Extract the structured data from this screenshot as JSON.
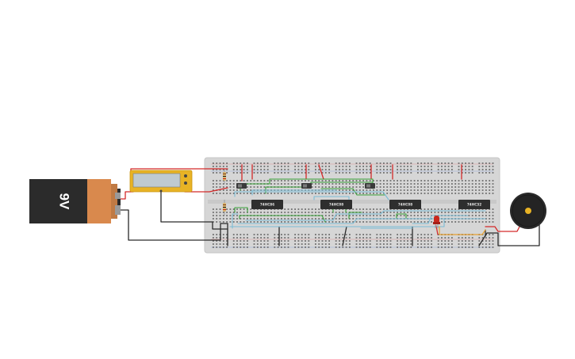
{
  "battery": {
    "label": "9V"
  },
  "multimeter": {
    "display_value": ""
  },
  "chips": [
    {
      "part": "74HC86"
    },
    {
      "part": "74HC08"
    },
    {
      "part": "74HC08"
    },
    {
      "part": "74HC32"
    }
  ],
  "colors": {
    "breadboard": "#d6d6d6",
    "battery_body": "#2b2b2b",
    "battery_cap": "#d9894d",
    "wire_red": "#d42a2a",
    "wire_black": "#2a2a2a",
    "wire_green": "#3aa33a",
    "wire_blue": "#7bbcd6",
    "wire_orange": "#e8a030",
    "meter_body": "#e8b325",
    "led_red": "#c8281e"
  },
  "icons": [
    "battery-icon",
    "multimeter-icon",
    "buzzer-icon",
    "led-icon",
    "slide-switch-icon",
    "resistor-icon"
  ]
}
